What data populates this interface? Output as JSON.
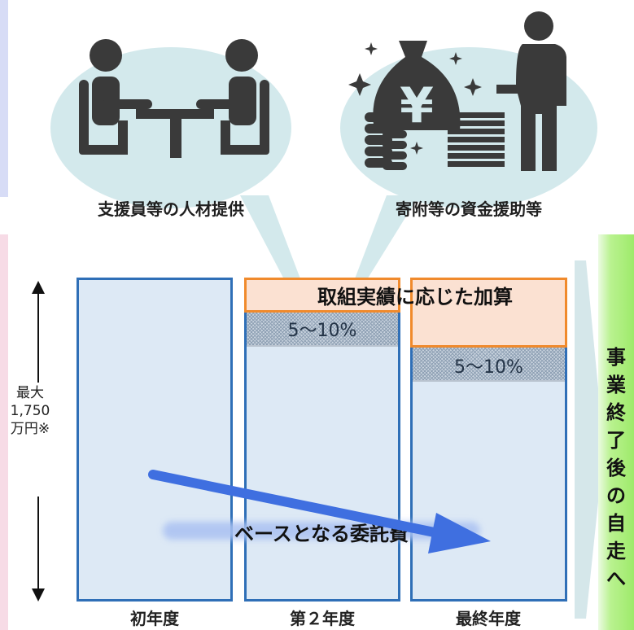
{
  "captions": {
    "left": "支援員等の人材提供",
    "right": "寄附等の資金援助等"
  },
  "icons": {
    "people_meeting": "people-meeting-icon",
    "money_businessman": "money-businessman-icon"
  },
  "chart": {
    "bonus_label": "取組実績に応じた加算",
    "pct_label_2": "5～10%",
    "pct_label_3": "5～10%",
    "base_label": "ベースとなる委託費",
    "max_label": [
      "最大",
      "1,750",
      "万円※"
    ],
    "years": [
      "初年度",
      "第２年度",
      "最終年度"
    ]
  },
  "side": {
    "chars": [
      "事",
      "業",
      "終",
      "了",
      "後",
      "の",
      "自",
      "走",
      "へ"
    ]
  },
  "colors": {
    "column_border": "#2f6fb7",
    "column_fill": "#dde9f5",
    "bonus_border": "#f08a2c",
    "bonus_fill": "#fbe1d2",
    "bubble": "#d3e9ec",
    "arrow": "#3f6fe0",
    "green": "#9eea6a"
  }
}
